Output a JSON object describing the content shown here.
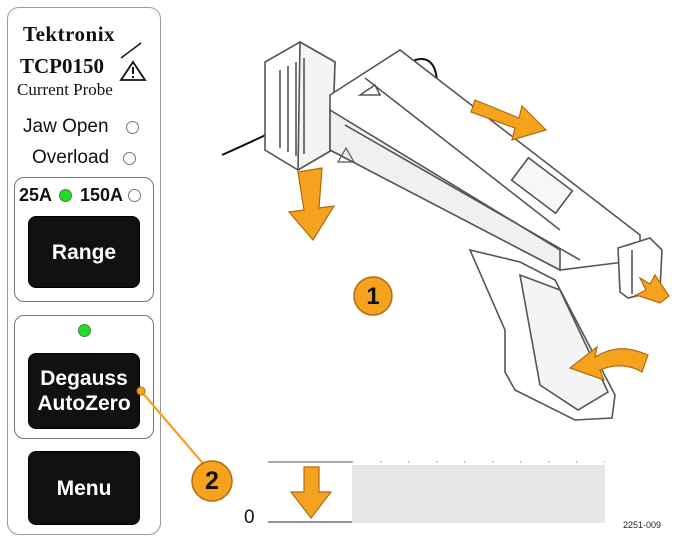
{
  "panel": {
    "brand": "Tektronix",
    "model": "TCP0150",
    "subtitle": "Current Probe",
    "status": [
      {
        "label": "Jaw Open",
        "lit": false
      },
      {
        "label": "Overload",
        "lit": false
      }
    ],
    "range": {
      "option_a": "25A",
      "option_a_lit": true,
      "option_b": "150A",
      "option_b_lit": false,
      "button": "Range"
    },
    "degauss": {
      "indicator_lit": true,
      "button_line1": "Degauss",
      "button_line2": "AutoZero"
    },
    "menu": {
      "button": "Menu"
    }
  },
  "callouts": [
    {
      "number": "1"
    },
    {
      "number": "2"
    }
  ],
  "display": {
    "baseline_label": "0"
  },
  "figure_id": "2251-009",
  "colors": {
    "callout_fill": "#f5a21f",
    "arrow_fill": "#f5a21f",
    "led_green": "#22dd22",
    "button_black": "#111111",
    "leader_line": "#f5a21f",
    "display_fill": "#e6e6e6"
  },
  "icons": [
    "warning-triangle-icon",
    "arrow-icon"
  ]
}
